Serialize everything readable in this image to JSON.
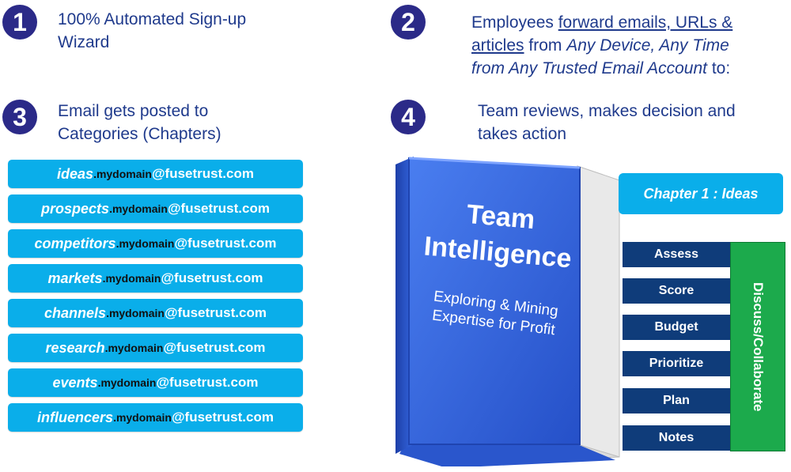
{
  "steps": [
    {
      "number": "1",
      "text": "100% Automated Sign-up Wizard"
    },
    {
      "number": "2",
      "line1_a": "Employees ",
      "line1_b": "forward emails, URLs &",
      "line2_a": "articles",
      "line2_b": " from  ",
      "line2_c": "Any Device, Any Time",
      "line3_a": "from Any Trusted Email Account",
      "line3_b": " to:"
    },
    {
      "number": "3",
      "line1": "Email gets posted to",
      "line2": "Categories (Chapters)"
    },
    {
      "number": "4",
      "line1": "Team reviews, makes decision and",
      "line2": "takes action"
    }
  ],
  "emails": [
    {
      "category": "ideas",
      "domain": ".mydomain",
      "host": "@fusetrust.com"
    },
    {
      "category": "prospects",
      "domain": ".mydomain",
      "host": "@fusetrust.com"
    },
    {
      "category": "competitors",
      "domain": ".mydomain",
      "host": "@fusetrust.com"
    },
    {
      "category": "markets",
      "domain": ".mydomain",
      "host": "@fusetrust.com"
    },
    {
      "category": "channels",
      "domain": ".mydomain",
      "host": "@fusetrust.com"
    },
    {
      "category": "research",
      "domain": ".mydomain",
      "host": "@fusetrust.com"
    },
    {
      "category": "events",
      "domain": ".mydomain",
      "host": "@fusetrust.com"
    },
    {
      "category": "influencers",
      "domain": ".mydomain",
      "host": "@fusetrust.com"
    }
  ],
  "book": {
    "title_line1": "Team",
    "title_line2": "Intelligence",
    "subtitle_line1": "Exploring & Mining",
    "subtitle_line2": "Expertise for Profit"
  },
  "chapter_label": "Chapter 1 : Ideas",
  "tasks": [
    "Assess",
    "Score",
    "Budget",
    "Prioritize",
    "Plan",
    "Notes"
  ],
  "collaborate_label": "Discuss/Collaborate",
  "colors": {
    "accent": "#0aaeea",
    "navy": "#2b2a88",
    "task": "#0f3c7a",
    "green": "#1caa4c",
    "book": "#2f62d8"
  }
}
